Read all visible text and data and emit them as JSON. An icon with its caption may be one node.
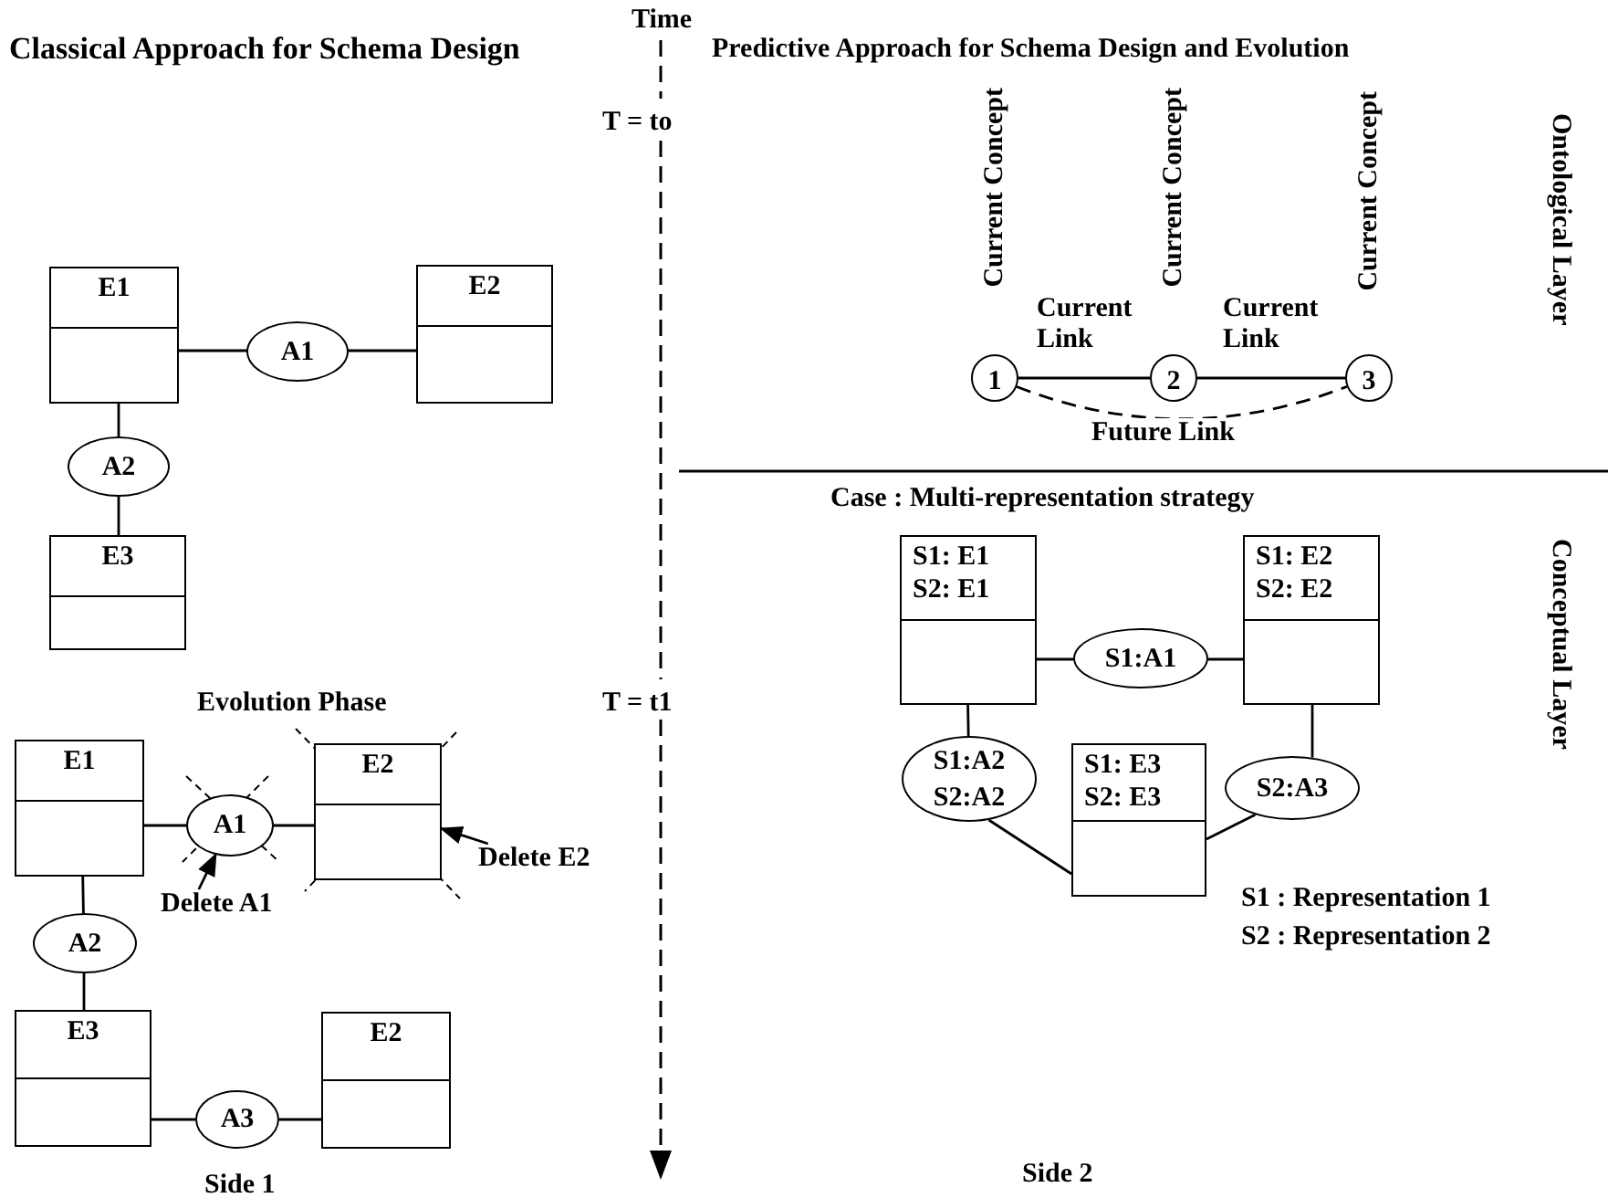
{
  "diagram": {
    "nodes": [
      {
        "text": [
          "E1"
        ]
      },
      {
        "text": [
          "A1"
        ]
      },
      {
        "text": [
          "E2"
        ]
      },
      {
        "text": [
          "A2"
        ]
      },
      {
        "text": [
          "E3"
        ]
      },
      {
        "text": [
          "E1"
        ]
      },
      {
        "text": [
          "A1"
        ]
      },
      {
        "text": [
          "E2"
        ]
      },
      {
        "text": [
          "Delete E2"
        ]
      },
      {
        "text": [
          "Delete A1"
        ]
      },
      {
        "text": [
          "A2"
        ]
      },
      {
        "text": [
          "E3"
        ]
      },
      {
        "text": [
          "A3"
        ]
      },
      {
        "text": [
          "E2"
        ]
      },
      {
        "text": [
          "1"
        ],
        "beside": [
          "Current Concept"
        ]
      },
      {
        "text": [
          "2"
        ],
        "beside": [
          "Current Concept"
        ]
      },
      {
        "text": [
          "3"
        ],
        "beside": [
          "Current Concept"
        ]
      },
      {
        "text": [
          "S1: E1 S2: E1"
        ]
      },
      {
        "text": [
          "S1:A1"
        ]
      },
      {
        "text": [
          "S1: E2 S2: E2"
        ]
      },
      {
        "text": [
          "S1:A2 S2:A2"
        ]
      },
      {
        "text": [
          "S1: E3 S2: E3"
        ]
      },
      {
        "text": [
          "S2:A3"
        ]
      }
    ],
    "edges": [
      {
        "from": 0,
        "to": 1,
        "arrow": "none"
      },
      {
        "from": 1,
        "to": 2,
        "arrow": "none"
      },
      {
        "from": 0,
        "to": 3,
        "arrow": "none"
      },
      {
        "from": 3,
        "to": 4,
        "arrow": "none"
      },
      {
        "from": 5,
        "to": 6,
        "arrow": "none"
      },
      {
        "from": 6,
        "to": 7,
        "arrow": "none"
      },
      {
        "from": 8,
        "to": 7,
        "arrow": "to"
      },
      {
        "from": 9,
        "to": 6,
        "arrow": "to"
      },
      {
        "from": 5,
        "to": 10,
        "arrow": "none"
      },
      {
        "from": 10,
        "to": 11,
        "arrow": "none"
      },
      {
        "from": 11,
        "to": 12,
        "arrow": "none"
      },
      {
        "from": 12,
        "to": 13,
        "arrow": "none"
      },
      {
        "from": 14,
        "to": 15,
        "arrow": "none",
        "label": "Current Link"
      },
      {
        "from": 15,
        "to": 16,
        "arrow": "none",
        "label": "Current Link"
      },
      {
        "from": 14,
        "to": 16,
        "arrow": "none",
        "label": "Future Link",
        "style": "dashed"
      },
      {
        "from": 17,
        "to": 18,
        "arrow": "none"
      },
      {
        "from": 18,
        "to": 19,
        "arrow": "none"
      },
      {
        "from": 17,
        "to": 20,
        "arrow": "none"
      },
      {
        "from": 20,
        "to": 21,
        "arrow": "none"
      },
      {
        "from": 21,
        "to": 22,
        "arrow": "none"
      },
      {
        "from": 22,
        "to": 19,
        "arrow": "none"
      }
    ],
    "labels": [
      "Time",
      "Classical Approach for Schema Design",
      "Predictive Approach for Schema Design and Evolution",
      "T = to",
      "Ontological Layer",
      "Case : Multi-representation strategy",
      "Evolution Phase",
      "T = t1",
      "Conceptual Layer",
      "S1 : Representation 1",
      "S2 : Representation 2",
      "Side 1",
      "Side 2"
    ]
  }
}
